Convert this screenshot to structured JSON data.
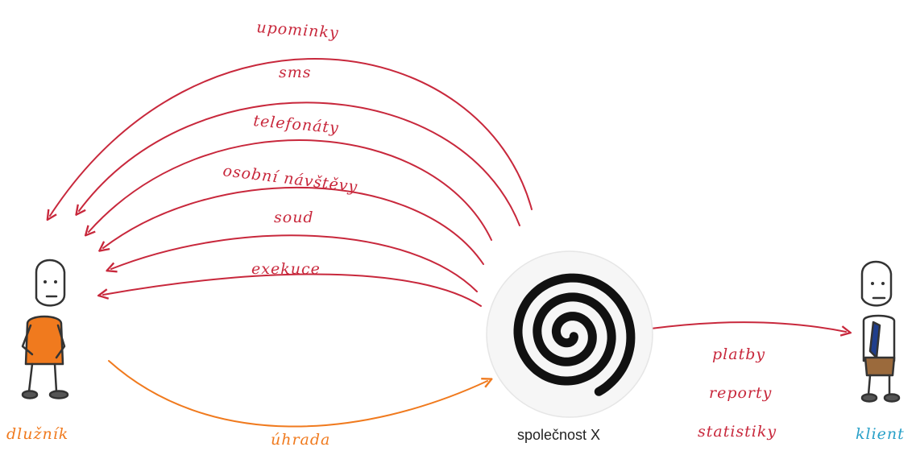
{
  "actions": [
    {
      "label": "upominky"
    },
    {
      "label": "sms"
    },
    {
      "label": "telefonáty"
    },
    {
      "label": "osobní návštěvy"
    },
    {
      "label": "soud"
    },
    {
      "label": "exekuce"
    }
  ],
  "payment": {
    "label": "úhrada"
  },
  "outputs": [
    {
      "label": "platby"
    },
    {
      "label": "reporty"
    },
    {
      "label": "statistiky"
    }
  ],
  "debtor": {
    "label": "dlužník",
    "icon": "debtor-figure-icon"
  },
  "client": {
    "label": "klient",
    "icon": "client-figure-icon"
  },
  "company": {
    "label": "společnost X",
    "icon": "spiral-logo-icon"
  },
  "colors": {
    "red": "#c8283c",
    "orange": "#f07a1e",
    "blue": "#28a0c8",
    "shirt": "#f07a1e"
  }
}
